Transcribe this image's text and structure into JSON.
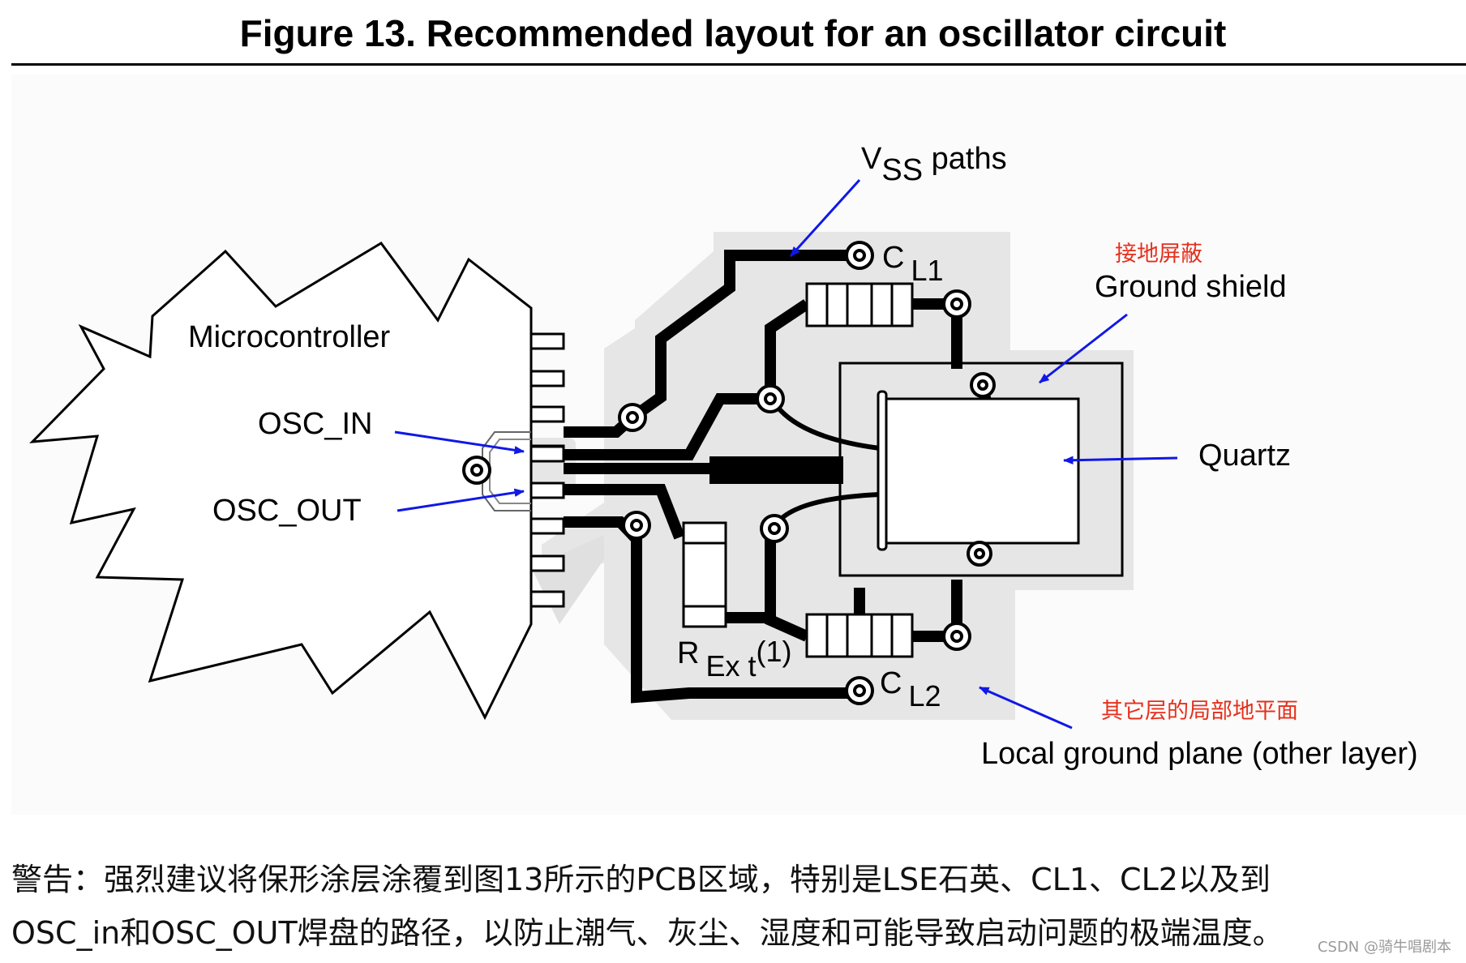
{
  "title": "Figure 13. Recommended layout for an oscillator circuit",
  "labels": {
    "microcontroller": "Microcontroller",
    "osc_in": "OSC_IN",
    "osc_out": "OSC_OUT",
    "vss_v": "V",
    "vss_sub": "SS",
    "vss_rest": " paths",
    "cl1_c": "C",
    "cl1_sub": "L1",
    "cl2_c": "C",
    "cl2_sub": "L2",
    "rext_r": "R",
    "rext_sub": "Ex t",
    "rext_sup": "(1)",
    "ground_shield_cn": "接地屏蔽",
    "ground_shield": "Ground shield",
    "quartz": "Quartz",
    "local_plane_cn": "其它层的局部地平面",
    "local_plane": "Local ground plane (other layer)"
  },
  "warning": {
    "line1": "警告：强烈建议将保形涂层涂覆到图13所示的PCB区域，特别是LSE石英、CL1、CL2以及到",
    "line2": "OSC_in和OSC_OUT焊盘的路径，以防止潮气、灰尘、湿度和可能导致启动问题的极端温度。"
  },
  "watermark": "CSDN @骑牛唱剧本",
  "colors": {
    "arrow": "#1018e6",
    "plane": "#e6e6e6",
    "trace": "#000000",
    "cn_label": "#e5301c"
  }
}
